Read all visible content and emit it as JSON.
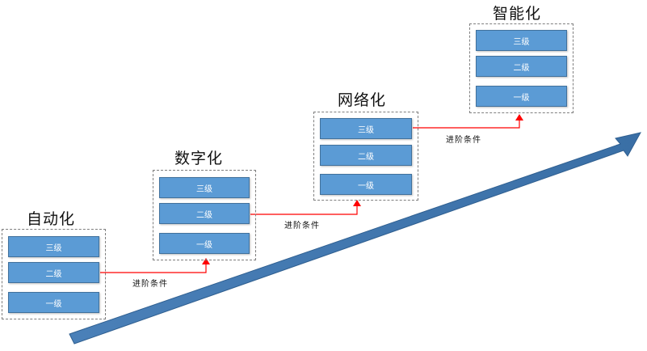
{
  "colors": {
    "box_fill": "#5b9bd5",
    "box_border": "#41719c",
    "connector": "#ff0000",
    "trend_arrow": "#3a70a8"
  },
  "stages": [
    {
      "title": "自动化",
      "levels": [
        "三级",
        "二级",
        "一级"
      ]
    },
    {
      "title": "数字化",
      "levels": [
        "三级",
        "二级",
        "一级"
      ]
    },
    {
      "title": "网络化",
      "levels": [
        "三级",
        "二级",
        "一级"
      ]
    },
    {
      "title": "智能化",
      "levels": [
        "三级",
        "二级",
        "一级"
      ]
    }
  ],
  "connectors": [
    {
      "label": "进阶条件"
    },
    {
      "label": "进阶条件"
    },
    {
      "label": "进阶条件"
    }
  ]
}
